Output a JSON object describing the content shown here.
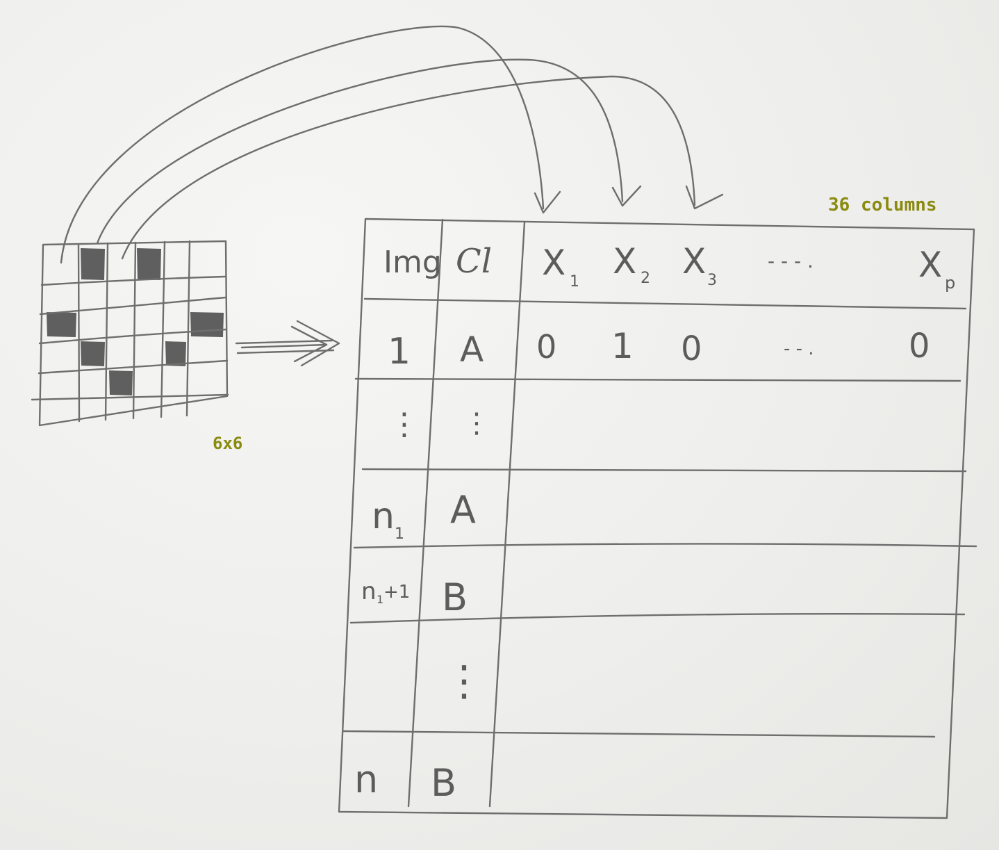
{
  "annotations": {
    "grid_size": "6x6",
    "column_count": "36 columns"
  },
  "grid": {
    "rows": 6,
    "cols": 6,
    "shaded_cells": [
      [
        0,
        1
      ],
      [
        0,
        3
      ],
      [
        2,
        0
      ],
      [
        2,
        5
      ],
      [
        3,
        1
      ],
      [
        3,
        4
      ],
      [
        4,
        2
      ]
    ]
  },
  "table": {
    "headers": {
      "img": "Img",
      "class": "Cl",
      "x1": "X",
      "x1_sub": "1",
      "x2": "X",
      "x2_sub": "2",
      "x3": "X",
      "x3_sub": "3",
      "ellipsis": "- - - .",
      "xp": "X",
      "xp_sub": "p"
    },
    "row_first": {
      "img": "1",
      "class": "A",
      "x1": "0",
      "x2": "1",
      "x3": "0",
      "ellipsis": "- - .",
      "xp": "0"
    },
    "row_dots": {
      "img": "⋮",
      "class": "⋮"
    },
    "row_n1": {
      "img": "n",
      "img_sub": "1",
      "class": "A"
    },
    "row_n1plus1": {
      "img": "n",
      "img_sub": "1",
      "img_suffix": "+1",
      "class": "B"
    },
    "row_dots2": {
      "class": "⋮"
    },
    "row_last": {
      "img": "n",
      "class": "B"
    }
  }
}
